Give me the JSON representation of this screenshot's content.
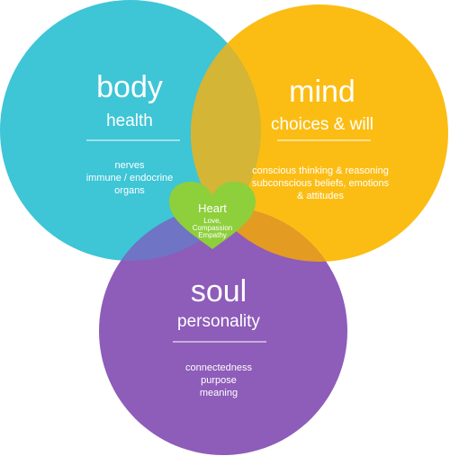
{
  "colors": {
    "body": "#3ec5d6",
    "mind": "#fbbd14",
    "soul": "#8e5cb9",
    "body_mind_overlap": "#d4b535",
    "body_soul_overlap": "#6f74c4",
    "mind_soul_overlap": "#e39b22",
    "heart": "#8ecf3c",
    "text": "#ffffff"
  },
  "body": {
    "title": "body",
    "subtitle": "health",
    "items": [
      "nerves",
      "immune / endocrine",
      "organs"
    ]
  },
  "mind": {
    "title": "mind",
    "subtitle": "choices & will",
    "items": [
      "conscious  thinking & reasoning",
      "subconscious  beliefs, emotions",
      "&  attitudes"
    ]
  },
  "soul": {
    "title": "soul",
    "subtitle": "personality",
    "items": [
      "connectedness",
      "purpose",
      "meaning"
    ]
  },
  "heart": {
    "title": "Heart",
    "items": [
      "Love,",
      "Compassion",
      "Empathy"
    ]
  }
}
